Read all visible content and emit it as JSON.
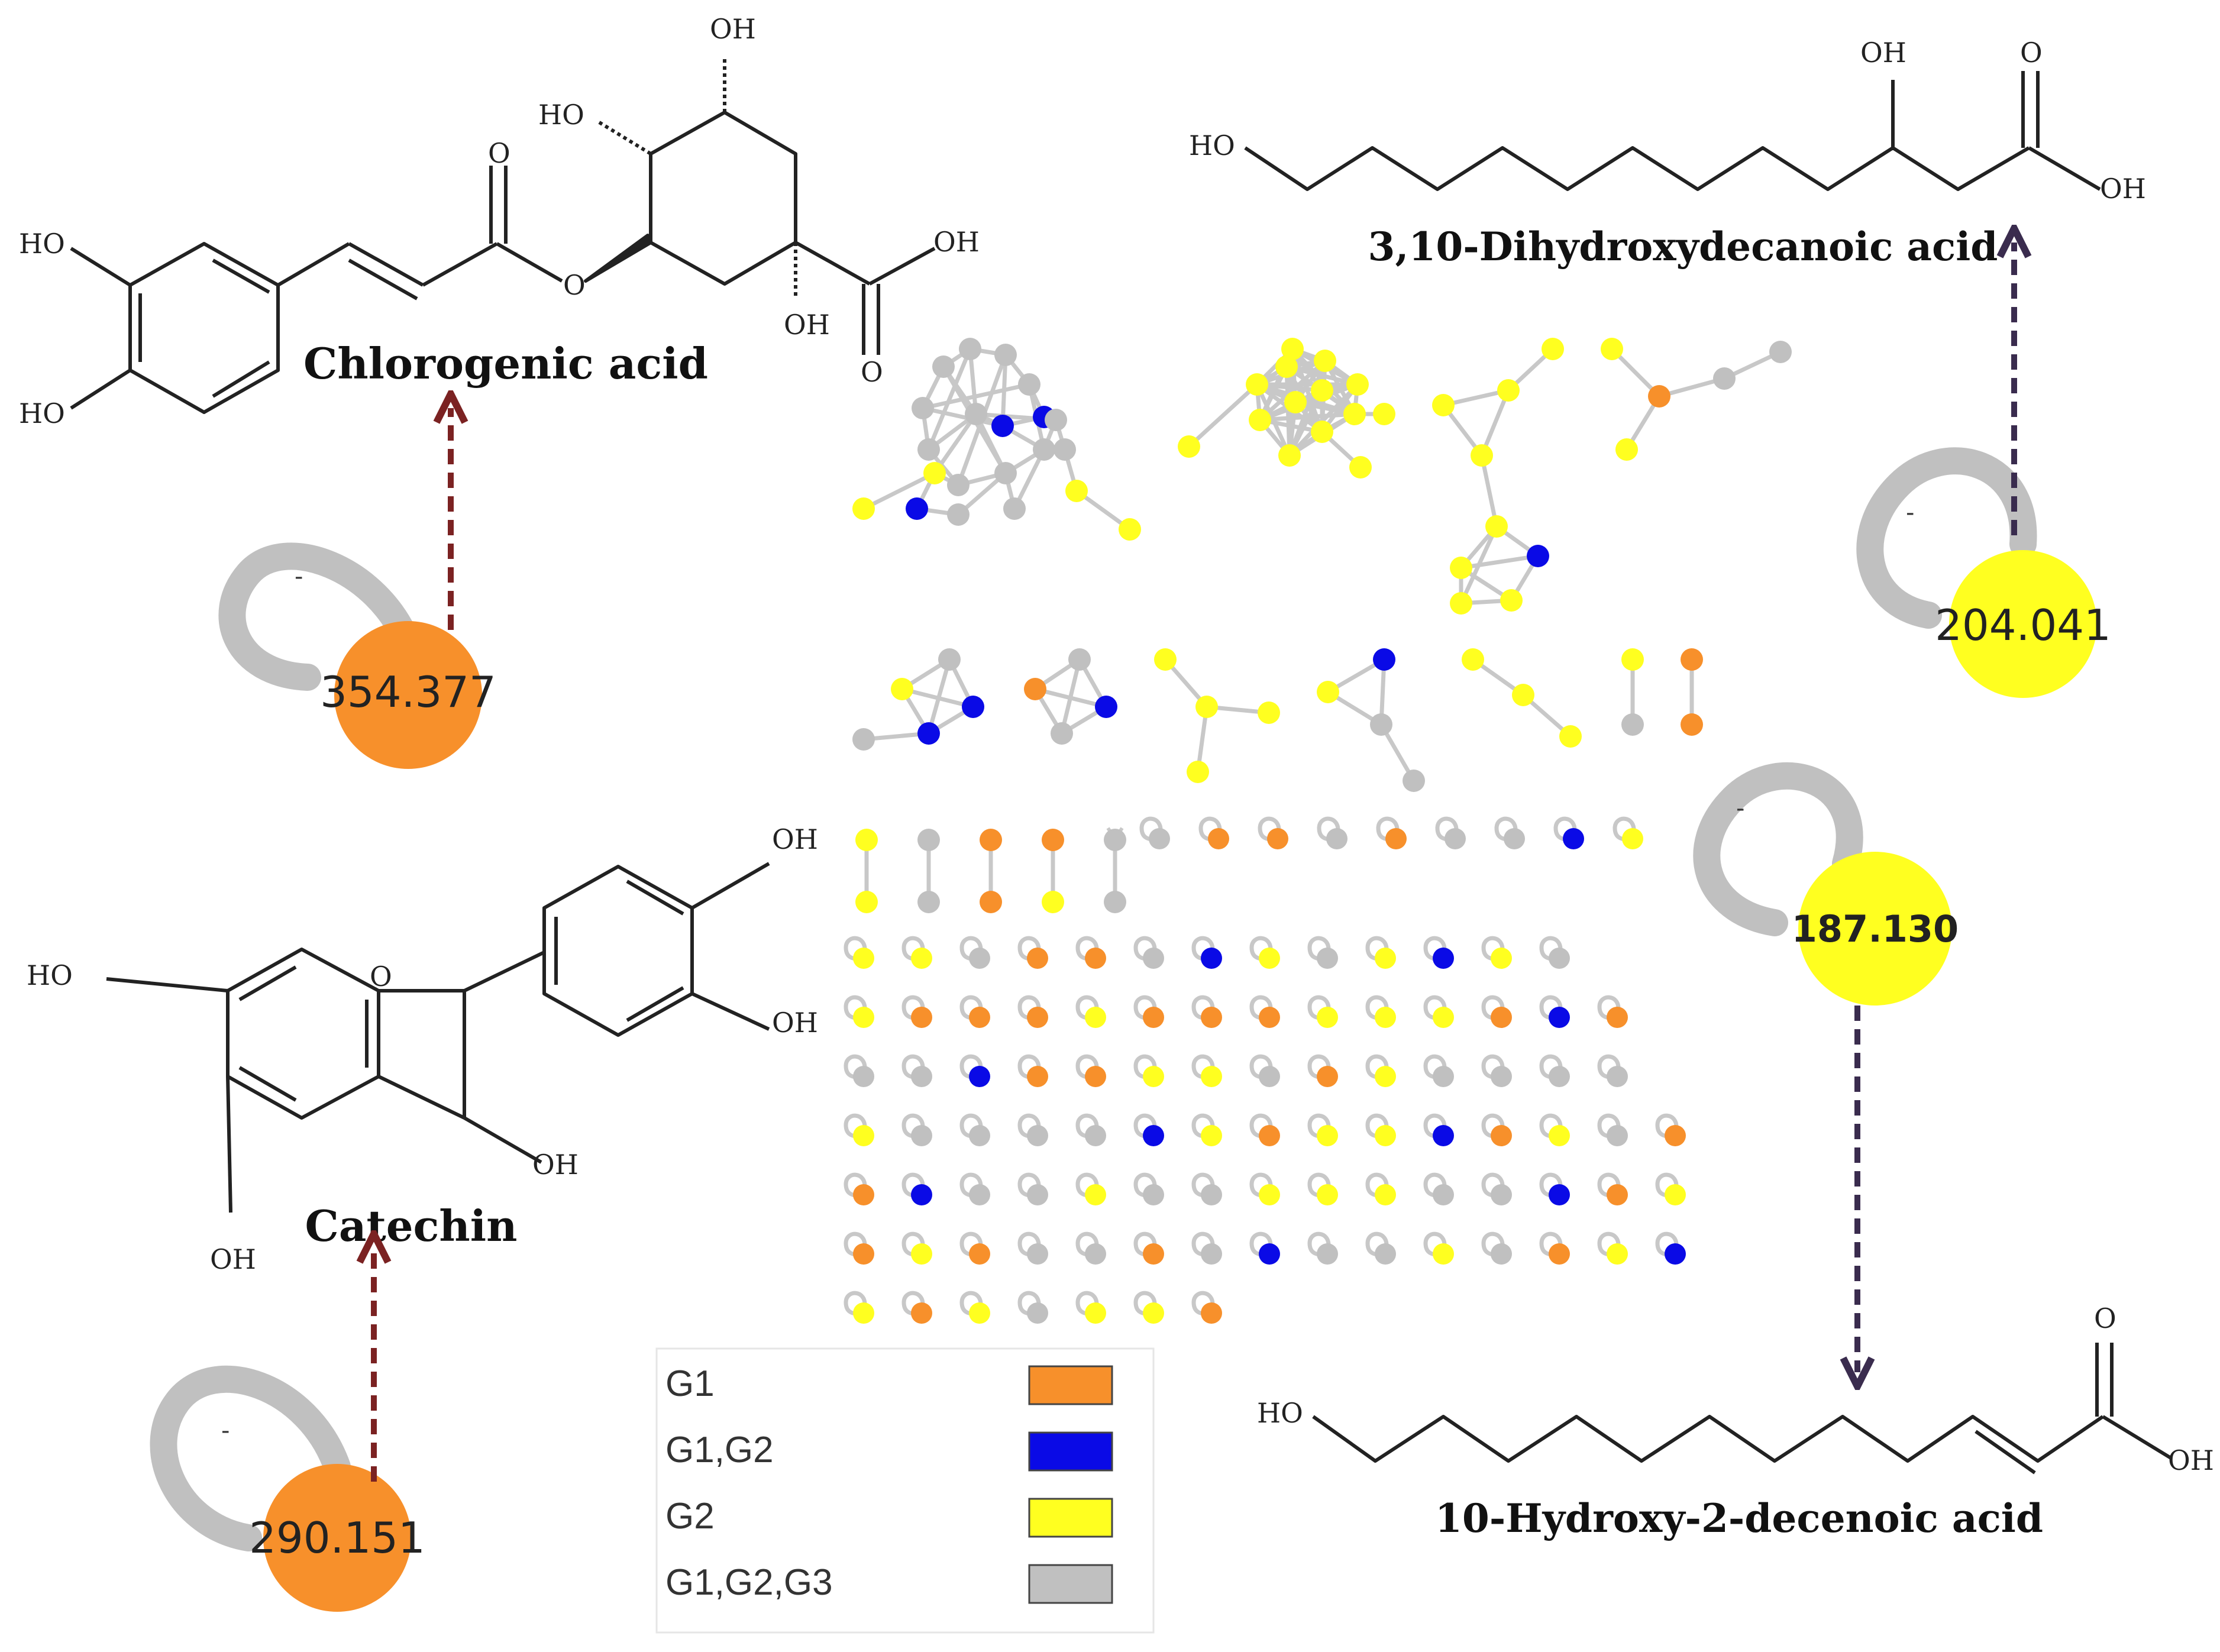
{
  "colors": {
    "G1": "#F7902B",
    "G1,G2": "#0A0AE6",
    "G2": "#FFFF20",
    "G1,G2,G3": "#C0C0C0",
    "edge": "#C8C8C8",
    "arrow_red": "#7B2222",
    "arrow_dark": "#3A2C4E",
    "ink": "#222222"
  },
  "legend": [
    {
      "label": "G1",
      "color_key": "G1"
    },
    {
      "label": "G1,G2",
      "color_key": "G1,G2"
    },
    {
      "label": "G2",
      "color_key": "G2"
    },
    {
      "label": "G1,G2,G3",
      "color_key": "G1,G2,G3"
    }
  ],
  "compounds": [
    {
      "key": "chlorogenic",
      "name": "Chlorogenic acid",
      "node_value": "354.377",
      "node_group": "G1",
      "atom_labels": [
        "HO",
        "HO",
        "O",
        "O",
        "OH",
        "HO",
        "OH",
        "OH",
        "O"
      ]
    },
    {
      "key": "catechin",
      "name": "Catechin",
      "node_value": "290.151",
      "node_group": "G1",
      "atom_labels": [
        "HO",
        "O",
        "OH",
        "OH",
        "OH",
        "OH"
      ]
    },
    {
      "key": "dihydroxydecanoic",
      "name": "3,10-Dihydroxydecanoic acid",
      "node_value": "204.041",
      "node_group": "G2",
      "atom_labels": [
        "HO",
        "OH",
        "O",
        "OH"
      ]
    },
    {
      "key": "hydroxydecenoic",
      "name": "10-Hydroxy-2-decenoic acid",
      "node_value": "187.130",
      "node_group": "G2",
      "atom_labels": [
        "HO",
        "O",
        "OH"
      ]
    }
  ],
  "self_loop_mark": "-",
  "self_loop_grid": [
    [
      "G2",
      "G2",
      "G1,G2,G3",
      "G1",
      "G1",
      "G1,G2,G3",
      "G1,G2",
      "G2",
      "G1,G2,G3",
      "G2",
      "G1,G2",
      "G2",
      "G1,G2,G3"
    ],
    [
      "G2",
      "G1",
      "G1",
      "G1",
      "G2",
      "G1",
      "G1",
      "G1",
      "G2",
      "G2",
      "G2",
      "G1",
      "G1,G2",
      "G1"
    ],
    [
      "G1,G2,G3",
      "G1,G2,G3",
      "G1,G2",
      "G1",
      "G1",
      "G2",
      "G2",
      "G1,G2,G3",
      "G1",
      "G2",
      "G1,G2,G3",
      "G1,G2,G3",
      "G1,G2,G3",
      "G1,G2,G3"
    ],
    [
      "G2",
      "G1,G2,G3",
      "G1,G2,G3",
      "G1,G2,G3",
      "G1,G2,G3",
      "G1,G2",
      "G2",
      "G1",
      "G2",
      "G2",
      "G1,G2",
      "G1",
      "G2",
      "G1,G2,G3",
      "G1"
    ],
    [
      "G1",
      "G1,G2",
      "G1,G2,G3",
      "G1,G2,G3",
      "G2",
      "G1,G2,G3",
      "G1,G2,G3",
      "G2",
      "G2",
      "G2",
      "G1,G2,G3",
      "G1,G2,G3",
      "G1,G2",
      "G1",
      "G2"
    ],
    [
      "G1",
      "G2",
      "G1",
      "G1,G2,G3",
      "G1,G2,G3",
      "G1",
      "G1,G2,G3",
      "G1,G2",
      "G1,G2,G3",
      "G1,G2,G3",
      "G2",
      "G1,G2,G3",
      "G1",
      "G2",
      "G1,G2"
    ],
    [
      "G2",
      "G1",
      "G2",
      "G1,G2,G3",
      "G2",
      "G2",
      "G1"
    ]
  ],
  "self_loop_row1_top": [
    "G1,G2,G3",
    "G1",
    "G1",
    "G1,G2,G3",
    "G1",
    "G1,G2,G3",
    "G1,G2,G3",
    "G1,G2",
    "G2"
  ],
  "pair_column_groups": [
    [
      "G2",
      "G2"
    ],
    [
      "G1,G2,G3",
      "G1,G2,G3"
    ],
    [
      "G1",
      "G1"
    ],
    [
      "G1",
      "G2"
    ],
    [
      "G1,G2,G3",
      "G1,G2,G3"
    ]
  ]
}
